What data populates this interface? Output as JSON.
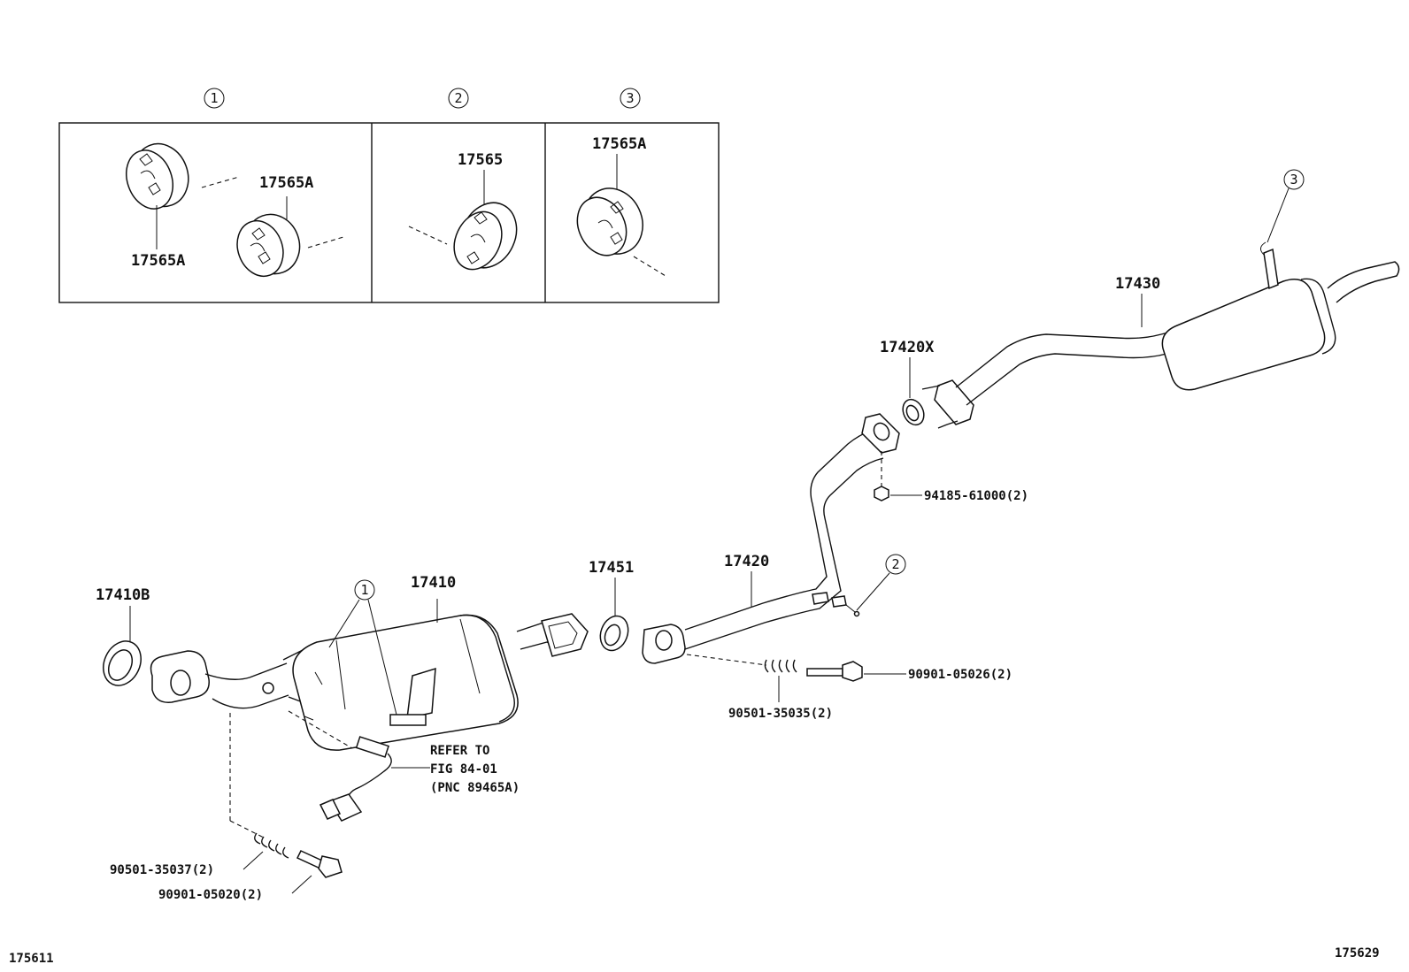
{
  "callout_markers": {
    "one": "1",
    "two": "2",
    "three": "3"
  },
  "inset_parts": {
    "hanger_1a": "17565A",
    "hanger_1b": "17565A",
    "hanger_2": "17565",
    "hanger_3": "17565A"
  },
  "parts": {
    "gasket_front": "17410B",
    "converter": "17410",
    "gasket_mid": "17451",
    "center_pipe": "17420",
    "gasket_rear": "17420X",
    "tail_pipe": "17430",
    "nut": "94185-61000(2)",
    "bolt_rear": "90901-05026(2)",
    "spring_rear": "90501-35035(2)",
    "spring_front": "90501-35037(2)",
    "bolt_front": "90901-05020(2)"
  },
  "sensor_reference": {
    "line1": "REFER TO",
    "line2": "FIG 84-01",
    "line3": "(PNC 89465A)"
  },
  "corner_codes": {
    "left": "175611",
    "right": "175629"
  }
}
